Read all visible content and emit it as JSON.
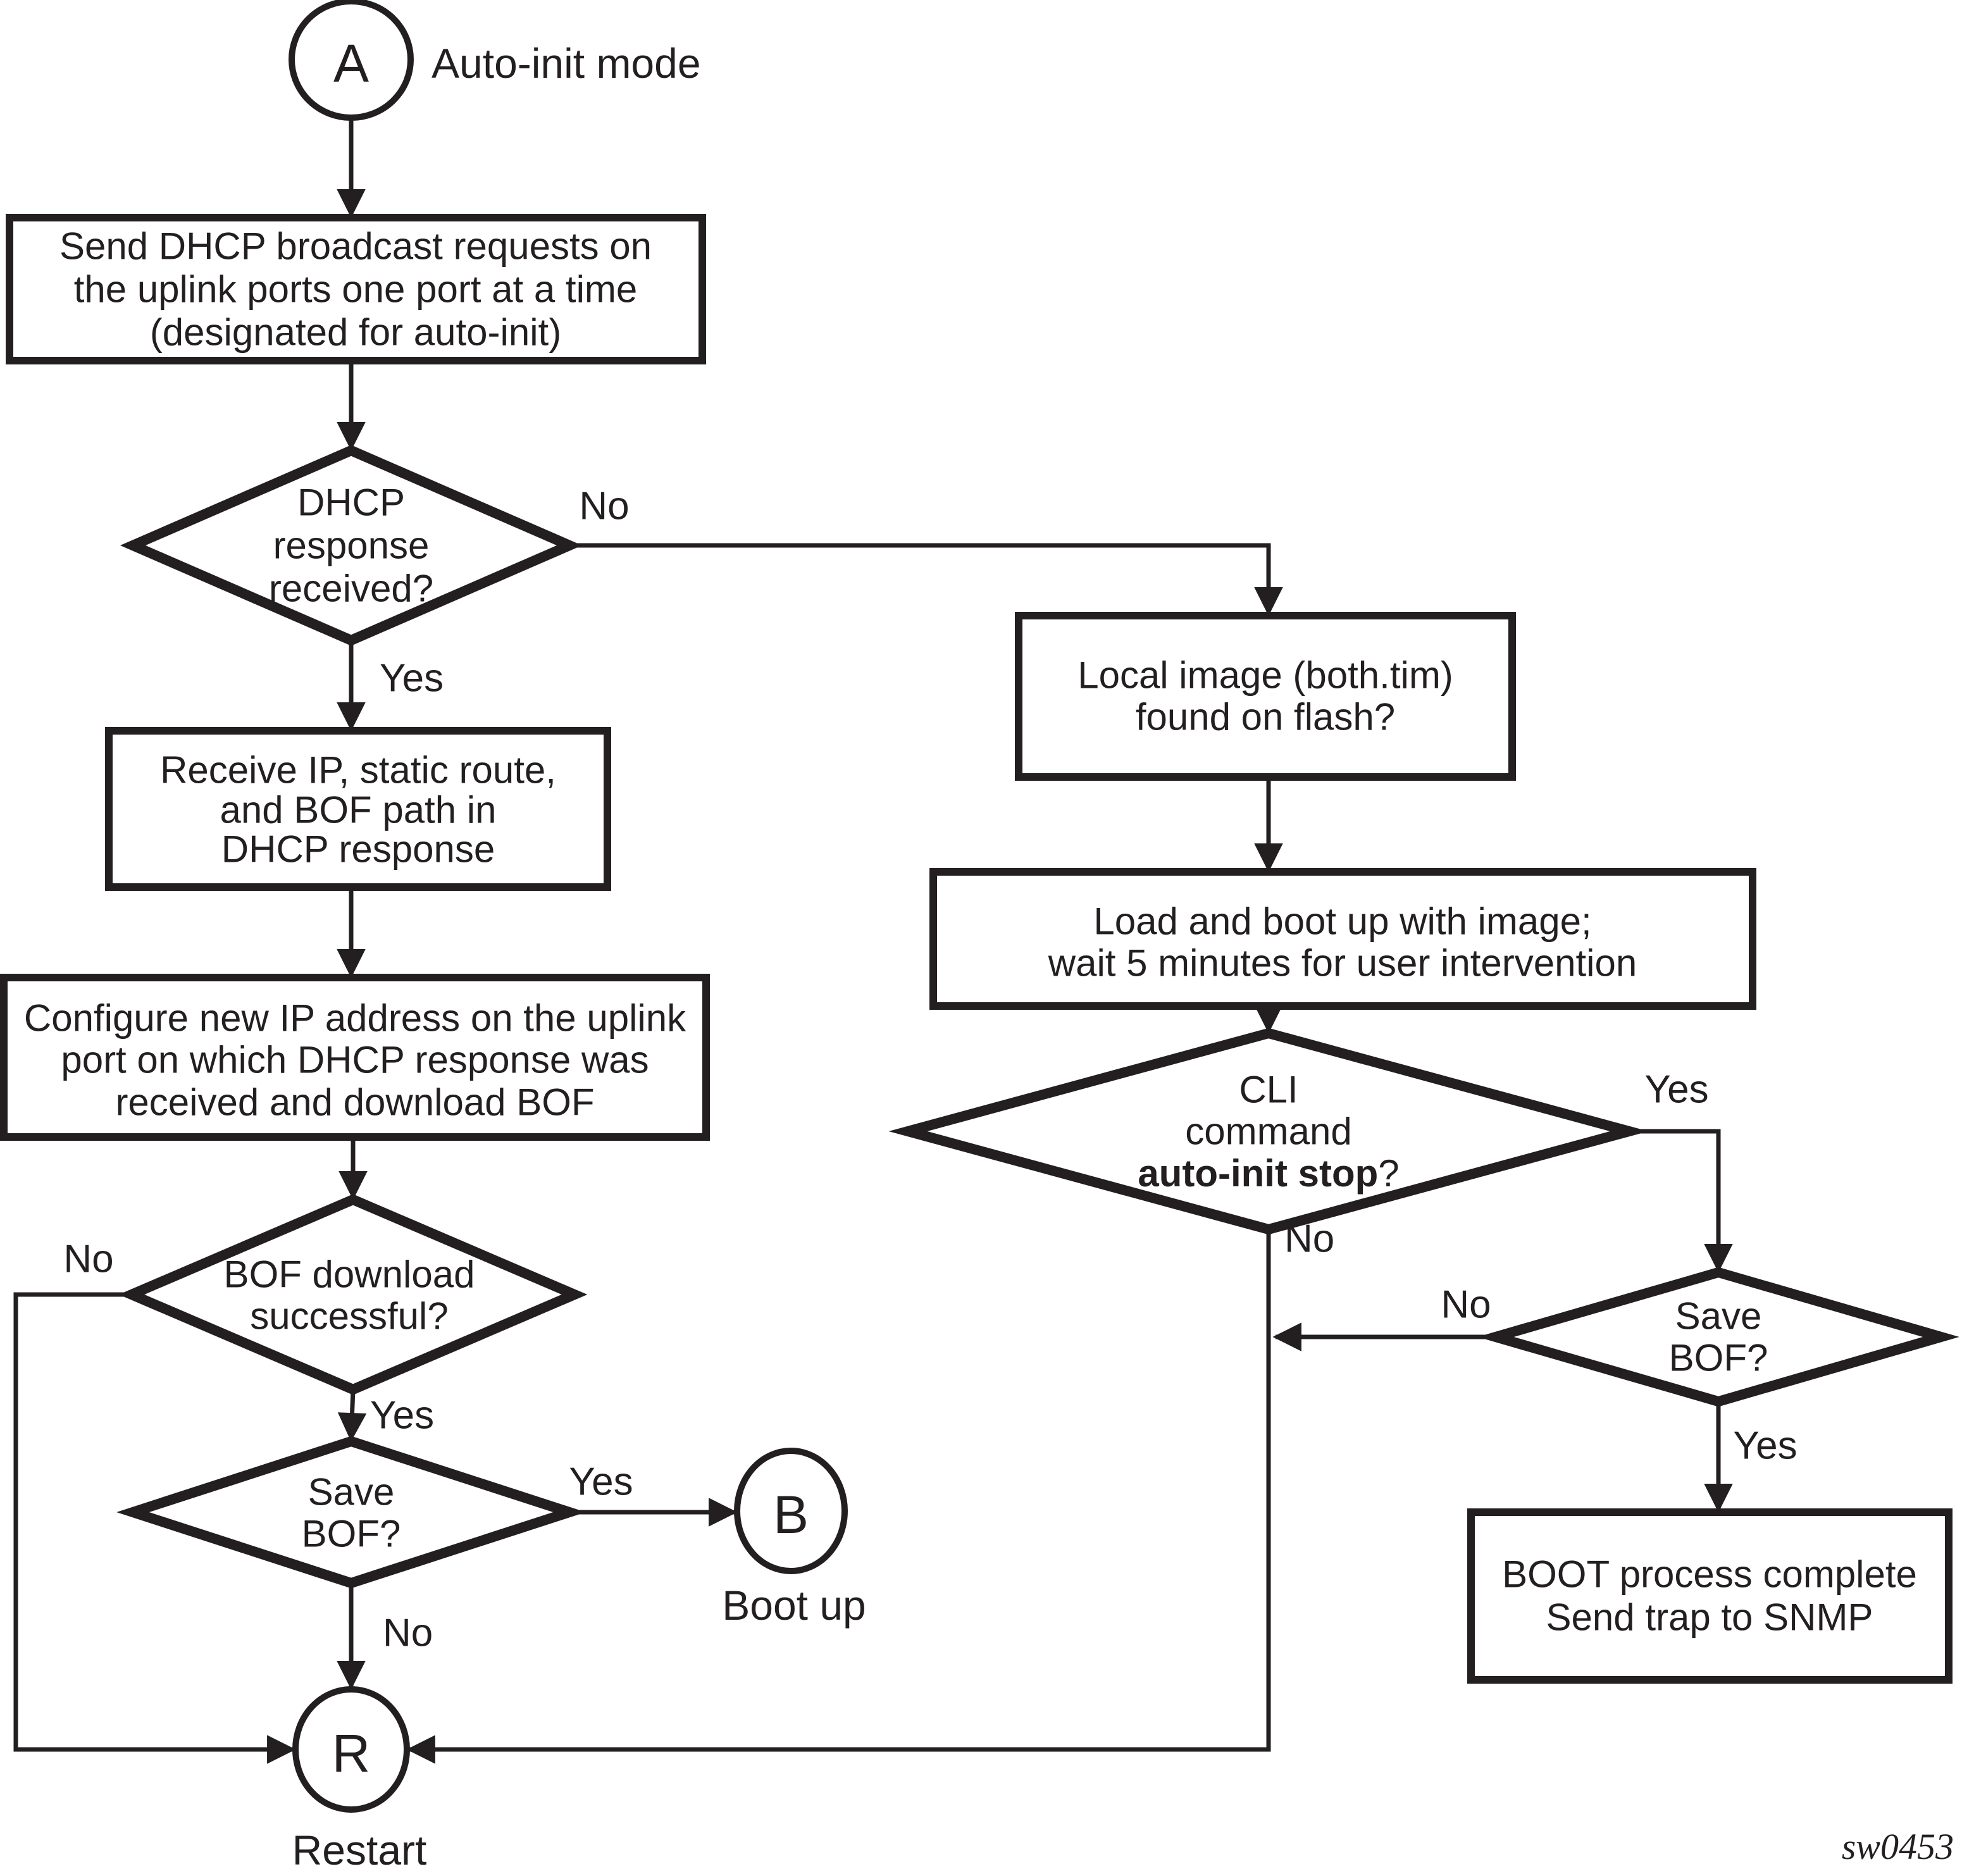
{
  "figure_code": "sw0453",
  "colors": {
    "ink": "#231f20",
    "background": "#ffffff"
  },
  "terminators": {
    "a": {
      "letter": "A",
      "caption": "Auto-init mode"
    },
    "b": {
      "letter": "B",
      "caption": "Boot up"
    },
    "r": {
      "letter": "R",
      "caption": "Restart"
    }
  },
  "processes": {
    "send_dhcp": {
      "line1": "Send DHCP broadcast requests on",
      "line2": "the uplink ports one port at a time",
      "line3": "(designated for auto-init)"
    },
    "receive_ip": {
      "line1": "Receive IP, static route,",
      "line2": "and BOF path in",
      "line3": "DHCP response"
    },
    "configure_ip": {
      "line1": "Configure new IP address on the uplink",
      "line2": "port on which DHCP response was",
      "line3": "received and download BOF"
    },
    "local_image": {
      "line1": "Local image (both.tim)",
      "line2": "found on flash?"
    },
    "load_boot": {
      "line1": "Load and boot up with image;",
      "line2": "wait 5 minutes for user intervention"
    },
    "boot_complete": {
      "line1": "BOOT process complete",
      "line2": "Send trap to SNMP"
    }
  },
  "decisions": {
    "dhcp_response": {
      "line1": "DHCP",
      "line2": "response",
      "line3": "received?"
    },
    "bof_download": {
      "line1": "BOF download",
      "line2": "successful?"
    },
    "save_bof_left": {
      "line1": "Save",
      "line2": "BOF?"
    },
    "cli_command": {
      "line1": "CLI",
      "line2": "command",
      "line3_bold": "auto-init stop",
      "line3_suffix": "?"
    },
    "save_bof_right": {
      "line1": "Save",
      "line2": "BOF?"
    }
  },
  "edge_labels": {
    "dhcp_no": "No",
    "dhcp_yes": "Yes",
    "bof_no": "No",
    "bof_yes": "Yes",
    "save_left_yes": "Yes",
    "save_left_no": "No",
    "cli_yes": "Yes",
    "cli_no": "No",
    "save_right_no": "No",
    "save_right_yes": "Yes"
  }
}
